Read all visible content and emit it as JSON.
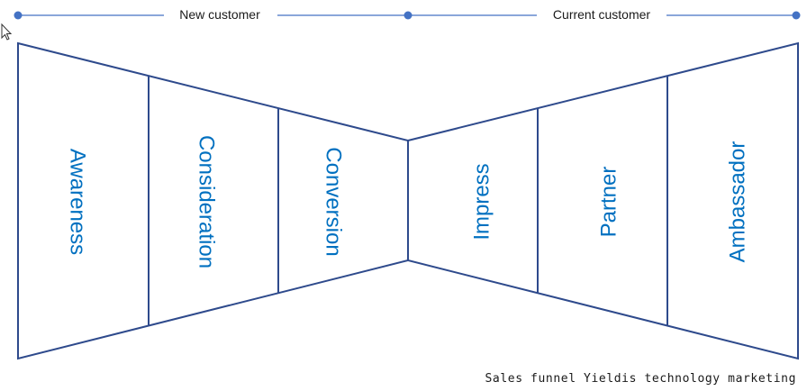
{
  "header": {
    "left_label": "New customer",
    "right_label": "Current customer"
  },
  "stages": {
    "awareness": "Awareness",
    "consideration": "Consideration",
    "conversion": "Conversion",
    "impress": "Impress",
    "partner": "Partner",
    "ambassador": "Ambassador"
  },
  "caption": "Sales funnel Yieldis technology marketing",
  "colors": {
    "line": "#2e4a8c",
    "dot": "#4472c4",
    "text": "#0070c0",
    "caption_text": "#1a1a1a"
  }
}
